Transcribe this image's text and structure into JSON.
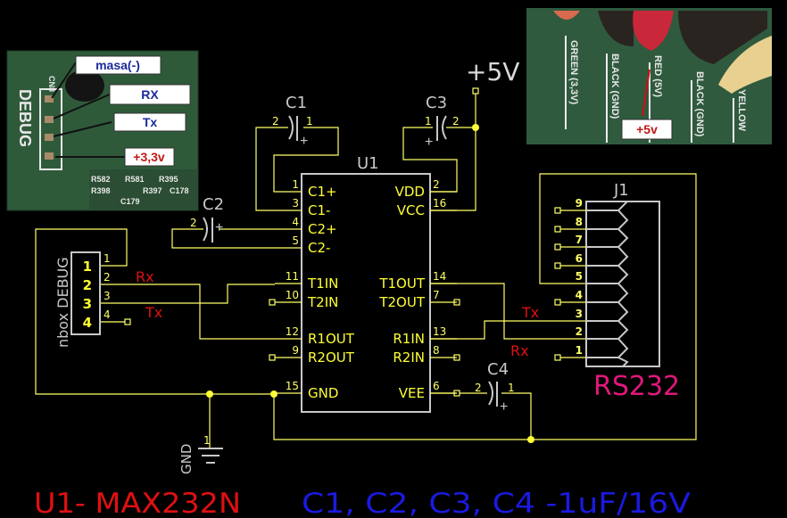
{
  "colors": {
    "background": "#000000",
    "wire": "#ffff66",
    "component": "#c8c8c8",
    "signal_label": "#e01010",
    "rs232_label": "#e0187a",
    "ic_label": "#e01010",
    "cap_label": "#1a1ae0"
  },
  "photo_left": {
    "callouts": [
      "masa(-)",
      "RX",
      "Tx",
      "+3,3v"
    ],
    "silkscreen": [
      "DEBUG",
      "CN8",
      "R582",
      "R581",
      "R395",
      "R398",
      "R397",
      "C178",
      "C179"
    ]
  },
  "photo_right": {
    "callout": "+5v",
    "silkscreen": [
      "GREEN (3,3V)",
      "BLACK (GND)",
      "RED (5V)",
      "BLACK (GND)",
      "YELLOW"
    ]
  },
  "power": {
    "vcc_label": "+5V",
    "gnd_label": "GND",
    "gnd_pin": "1"
  },
  "u1": {
    "ref": "U1",
    "left_pins": [
      {
        "num": "1",
        "name": "C1+"
      },
      {
        "num": "3",
        "name": "C1-"
      },
      {
        "num": "4",
        "name": "C2+"
      },
      {
        "num": "5",
        "name": "C2-"
      },
      {
        "num": "11",
        "name": "T1IN"
      },
      {
        "num": "10",
        "name": "T2IN"
      },
      {
        "num": "12",
        "name": "R1OUT"
      },
      {
        "num": "9",
        "name": "R2OUT"
      },
      {
        "num": "15",
        "name": "GND"
      }
    ],
    "right_pins": [
      {
        "num": "2",
        "name": "VDD"
      },
      {
        "num": "16",
        "name": "VCC"
      },
      {
        "num": "14",
        "name": "T1OUT"
      },
      {
        "num": "7",
        "name": "T2OUT"
      },
      {
        "num": "13",
        "name": "R1IN"
      },
      {
        "num": "8",
        "name": "R2IN"
      },
      {
        "num": "6",
        "name": "VEE"
      }
    ]
  },
  "capacitors": [
    {
      "ref": "C1",
      "pin_a": "2",
      "pin_b": "1"
    },
    {
      "ref": "C2",
      "pin_a": "2",
      "pin_b": ""
    },
    {
      "ref": "C3",
      "pin_a": "1",
      "pin_b": "2"
    },
    {
      "ref": "C4",
      "pin_a": "2",
      "pin_b": "1"
    }
  ],
  "debug_connector": {
    "label": "nbox DEBUG",
    "pins": [
      "1",
      "2",
      "3",
      "4"
    ],
    "wire_pins": [
      "1",
      "2",
      "3",
      "4"
    ]
  },
  "j1": {
    "ref": "J1",
    "label": "RS232",
    "pins": [
      "9",
      "8",
      "7",
      "6",
      "5",
      "4",
      "3",
      "2",
      "1"
    ]
  },
  "signals": {
    "rx_left": "Rx",
    "tx_left": "Tx",
    "tx_right": "Tx",
    "rx_right": "Rx"
  },
  "footer": {
    "ic_note": "U1- MAX232N",
    "cap_note": "C1, C2, C3, C4 -1uF/16V"
  }
}
